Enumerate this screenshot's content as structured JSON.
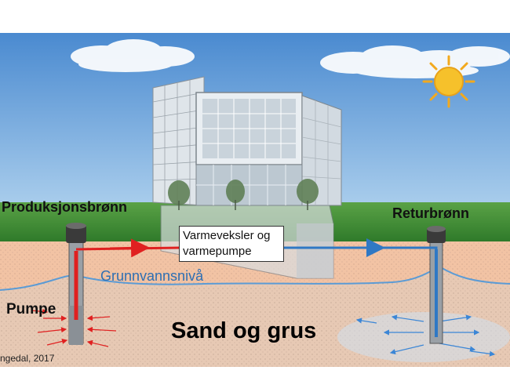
{
  "labels": {
    "production_well": "Produksjonsbrønn",
    "return_well": "Returbrønn",
    "heat_exchanger_line1": "Varmeveksler og",
    "heat_exchanger_line2": "varmepumpe",
    "groundwater_level": "Grunnvannsnivå",
    "pump": "Pumpe",
    "sand_gravel": "Sand og grus",
    "credit": "ngedal, 2017"
  },
  "colors": {
    "sky": "#4f93d6",
    "grass": "#3f8a35",
    "upper_soil": "#f2c3a4",
    "aquifer": "#e7c9b4",
    "groundwater_line": "#5b9bd5",
    "hot_flow": "#e02020",
    "cold_flow": "#2f78c4",
    "well_cap": "#3a3a3a"
  },
  "icons": [
    "sun-icon",
    "cloud-icon",
    "building-illustration",
    "well-cap-icon"
  ]
}
